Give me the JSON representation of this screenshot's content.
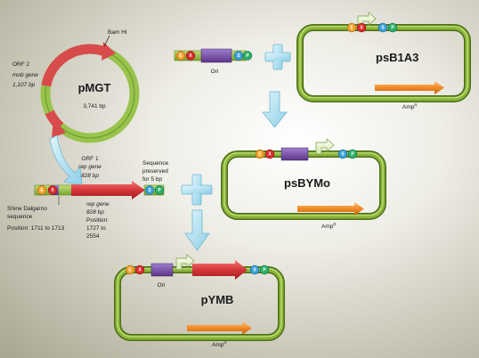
{
  "colors": {
    "backbone": "#8ab43a",
    "backbone_dark": "#4b6e18",
    "red_gene": "#d6363a",
    "orange_amp": "#f08a26",
    "purple_ori": "#7a4fa8",
    "blue_arrow": "#b8e2f0",
    "pmgt_green": "#98c34d",
    "pmgt_red": "#d84b4b"
  },
  "icons": [
    "plus-icon",
    "down-arrow-icon",
    "promoter-arrow-icon",
    "restriction-site-icon",
    "ribosome-binding-site-icon"
  ],
  "pmgt": {
    "name": "pMGT",
    "size": "3,741 bp",
    "bam_hi": "Bam HI",
    "orf2_line1": "ORF 2",
    "orf2_line2": "mob gene",
    "orf2_line3": "1,107 bp",
    "orf1_line1": "ORF 1",
    "orf1_line2": "rep gene",
    "orf1_line3": "828 bp"
  },
  "ori_fragment": {
    "label": "Ori",
    "site_labels": [
      "E",
      "X",
      "S",
      "P"
    ]
  },
  "psb1a3": {
    "name": "psB1A3",
    "amp_label": "Amp",
    "amp_sup": "R",
    "site_labels": [
      "E",
      "X",
      "S",
      "P"
    ]
  },
  "psbymo": {
    "name": "psBYMo",
    "amp_label": "Amp",
    "amp_sup": "R",
    "site_labels": [
      "E",
      "X",
      "S",
      "P"
    ]
  },
  "rep_insert": {
    "shine_line1": "Shine Dalgarno",
    "shine_line2": "sequence",
    "shine_line3": "Position: 1711 to 1713",
    "rep_line1": "rep gene",
    "rep_line2": "828 bp",
    "rep_line3": "Position:",
    "rep_line4": "1727 to",
    "rep_line5": "2554",
    "pres_line1": "Sequence",
    "pres_line2": "preserved",
    "pres_line3": "for 5 bp",
    "site_labels": [
      "E",
      "X",
      "S",
      "P"
    ]
  },
  "pymb": {
    "name": "pYMB",
    "ori_label": "Ori",
    "amp_label": "Amp",
    "amp_sup": "R",
    "site_labels": [
      "E",
      "X",
      "S",
      "P"
    ]
  }
}
